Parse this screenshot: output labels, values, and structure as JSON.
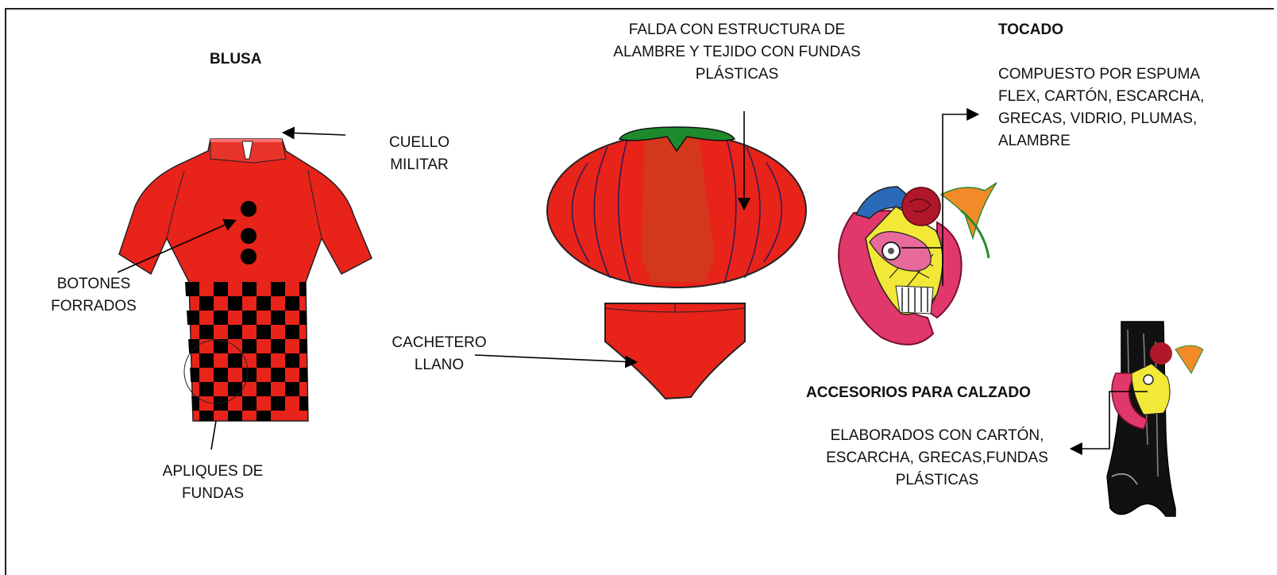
{
  "labels": {
    "blusa": "BLUSA",
    "cuello_l1": "CUELLO",
    "cuello_l2": "MILITAR",
    "botones_l1": "BOTONES",
    "botones_l2": "FORRADOS",
    "apliques_l1": "APLIQUES DE",
    "apliques_l2": "FUNDAS",
    "falda_l1": "FALDA CON ESTRUCTURA DE",
    "falda_l2": "ALAMBRE Y TEJIDO CON FUNDAS",
    "falda_l3": "PLÁSTICAS",
    "cachetero_l1": "CACHETERO",
    "cachetero_l2": "LLANO",
    "tocado_title": "TOCADO",
    "tocado_l1": "COMPUESTO POR ESPUMA",
    "tocado_l2": "FLEX, CARTÓN, ESCARCHA,",
    "tocado_l3": "GRECAS, VIDRIO, PLUMAS,",
    "tocado_l4": "ALAMBRE",
    "accesorios_title": "ACCESORIOS PARA CALZADO",
    "accesorios_l1": "ELABORADOS CON CARTÓN,",
    "accesorios_l2": "ESCARCHA, GRECAS,FUNDAS",
    "accesorios_l3": "PLÁSTICAS"
  },
  "colors": {
    "garment_red": "#e8231a",
    "skirt_center": "#d4381c",
    "collar_green": "#1e8a2e",
    "check_black": "#000000"
  },
  "icons": [
    "blouse-illustration",
    "skirt-illustration",
    "briefs-illustration",
    "headdress-illustration",
    "boot-illustration"
  ]
}
